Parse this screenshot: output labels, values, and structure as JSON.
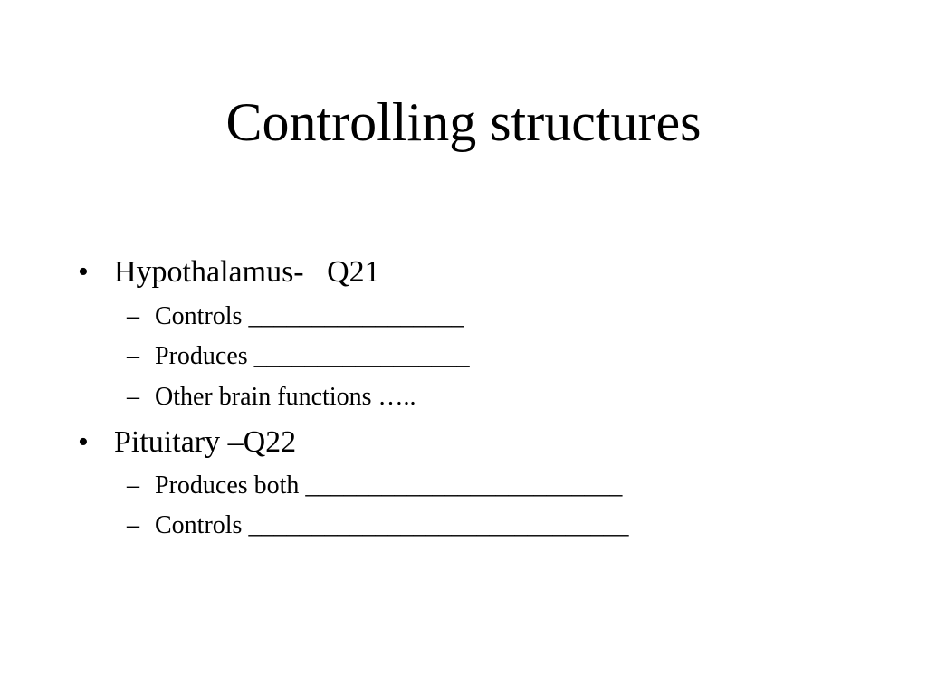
{
  "slide": {
    "title": "Controlling structures",
    "bullet_glyph": "•",
    "dash_glyph": "–",
    "items": [
      {
        "text": "Hypothalamus-   Q21",
        "subitems": [
          "Controls _________________",
          "Produces _________________",
          "Other brain functions ….."
        ]
      },
      {
        "text": "Pituitary –Q22",
        "subitems": [
          "Produces both _________________________",
          "Controls ______________________________"
        ]
      }
    ]
  }
}
